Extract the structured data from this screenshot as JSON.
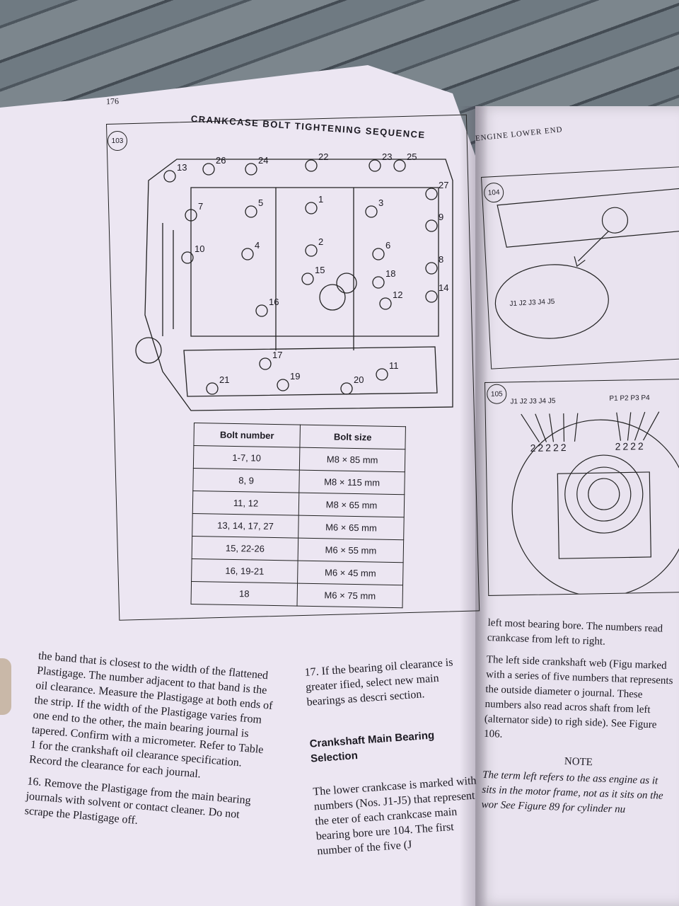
{
  "page": {
    "page_number": "176",
    "right_header": "ENGINE LOWER END"
  },
  "figure103": {
    "callout": "103",
    "title": "CRANKCASE BOLT TIGHTENING SEQUENCE",
    "bolt_labels": [
      "13",
      "26",
      "24",
      "22",
      "23",
      "25",
      "27",
      "7",
      "5",
      "1",
      "3",
      "9",
      "10",
      "4",
      "2",
      "6",
      "8",
      "18",
      "15",
      "14",
      "16",
      "12",
      "17",
      "11",
      "21",
      "19",
      "20"
    ]
  },
  "table": {
    "headers": [
      "Bolt number",
      "Bolt size"
    ],
    "rows": [
      [
        "1-7, 10",
        "M8 × 85 mm"
      ],
      [
        "8, 9",
        "M8 × 115 mm"
      ],
      [
        "11, 12",
        "M8 × 65 mm"
      ],
      [
        "13, 14, 17, 27",
        "M6 × 65 mm"
      ],
      [
        "15, 22-26",
        "M6 × 55 mm"
      ],
      [
        "16, 19-21",
        "M6 × 45 mm"
      ],
      [
        "18",
        "M6 × 75 mm"
      ]
    ]
  },
  "column1": {
    "p1": "the band that is closest to the width of the flattened Plastigage. The number adjacent to that band is the oil clearance. Measure the Plastigage at both ends of the strip. If the width of the Plastigage varies from one end to the other, the main bearing journal is tapered. Confirm with a micrometer. Refer to Table 1 for the crankshaft oil clearance specification. Record the clearance for each journal.",
    "p2": "16. Remove the Plastigage from the main bearing journals with solvent or contact cleaner. Do not scrape the Plastigage off."
  },
  "column2": {
    "p1": "17. If the bearing oil clearance is greater ified, select new main bearings as descri section.",
    "heading": "Crankshaft Main Bearing Selection",
    "p2": "The lower crankcase is marked with numbers (Nos. J1-J5) that represent the eter of each crankcase main bearing bore ure 104. The first number of the five (J"
  },
  "figure104": {
    "callout": "104",
    "labels": "J1  J2  J3  J4  J5"
  },
  "figure105": {
    "callout": "105",
    "j_labels": "J1  J2  J3  J4  J5",
    "p_labels": "P1  P2  P3  P4",
    "j_digits": "22222",
    "p_digits": "2222"
  },
  "column3": {
    "p1": "left most bearing bore. The numbers read crankcase from left to right.",
    "p2": "The left side crankshaft web (Figu marked with a series of five numbers that represents the outside diameter o journal. These numbers also read acros shaft from left (alternator side) to righ side). See Figure 106.",
    "note_title": "NOTE",
    "note_text": "The term left refers to the ass engine as it sits in the motor frame, not as it sits on the wor See Figure 89 for cylinder nu"
  }
}
